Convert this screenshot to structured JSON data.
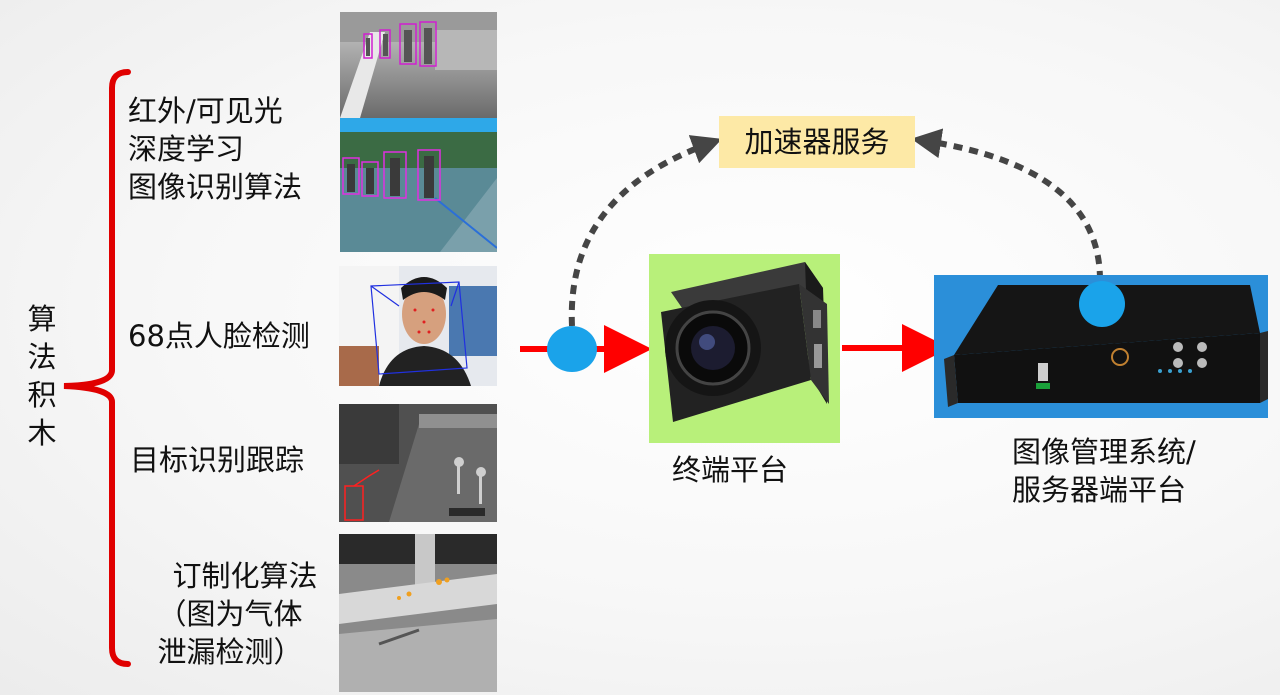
{
  "left_label": [
    "算",
    "法",
    "积",
    "木"
  ],
  "algorithms": [
    {
      "lines": [
        "红外/可见光",
        "深度学习",
        "图像识别算法"
      ]
    },
    {
      "lines": [
        "68点人脸检测"
      ]
    },
    {
      "lines": [
        "目标识别跟踪"
      ]
    },
    {
      "lines": [
        "订制化算法",
        "（图为气体",
        "泄漏检测）"
      ]
    }
  ],
  "accelerator": {
    "label": "加速器服务",
    "bg": "#fde9a6"
  },
  "terminal": {
    "label": "终端平台",
    "bg": "#b8f07a"
  },
  "server": {
    "lines": [
      "图像管理系统/",
      "服务器端平台"
    ],
    "bg": "#2b8fd9"
  },
  "colors": {
    "bracket": "#e00000",
    "arrow": "#ff0000",
    "node": "#1aa3ea",
    "dashed": "#454545"
  }
}
